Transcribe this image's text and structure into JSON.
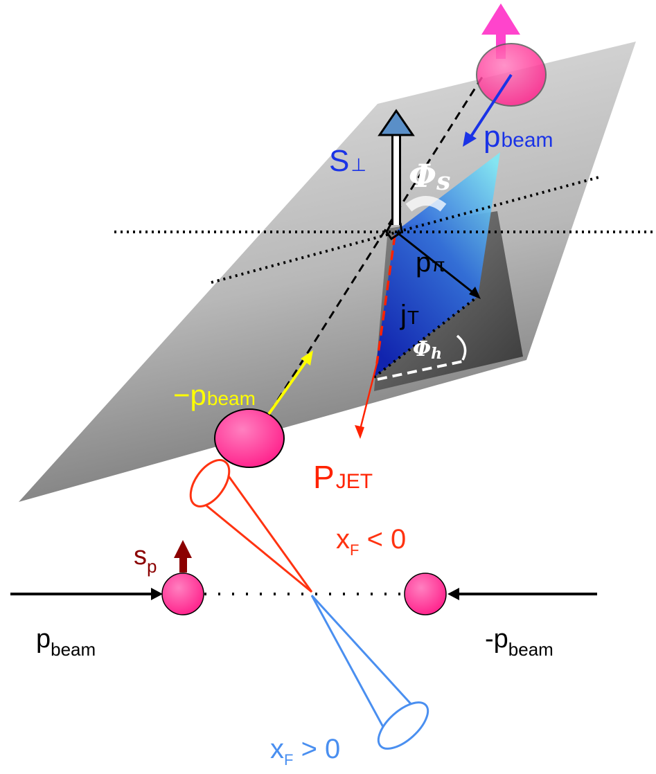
{
  "diagram": {
    "top": {
      "labels": {
        "s_perp_main": "S",
        "s_perp_sub": "⊥",
        "phi_s_main": "Φ",
        "phi_s_sub": "s",
        "p_beam_main": "p",
        "p_beam_sub": "beam",
        "p_pi_main": "p",
        "p_pi_sub": "π",
        "j_t_main": "j",
        "j_t_sub": "T",
        "phi_h_main": "Φ",
        "phi_h_sub": "h",
        "neg_p_beam_main": "−p",
        "neg_p_beam_sub": "beam",
        "p_jet_main": "P",
        "p_jet_sub": "JET"
      }
    },
    "bottom": {
      "labels": {
        "s_p_main": "s",
        "s_p_sub": "p",
        "xf_neg_main": "x",
        "xf_neg_sub": "F",
        "xf_neg_rel": " < 0",
        "xf_pos_main": "x",
        "xf_pos_sub": "F",
        "xf_pos_rel": " > 0",
        "p_beam_main": "p",
        "p_beam_sub": "beam",
        "neg_p_beam_main": "-p",
        "neg_p_beam_sub": "beam"
      }
    },
    "colors": {
      "proton_fill": "#ff3d9a",
      "beam_arrow": "#1a33e6",
      "neg_beam_arrow": "#ffff00",
      "jet": "#ff2200",
      "spin_top": "#ff44cc",
      "spin_perp": "#5a8fc8",
      "s_p_arrow": "#8b0000",
      "cone_neg": "#ff3311",
      "cone_pos": "#4a8ff0"
    }
  }
}
